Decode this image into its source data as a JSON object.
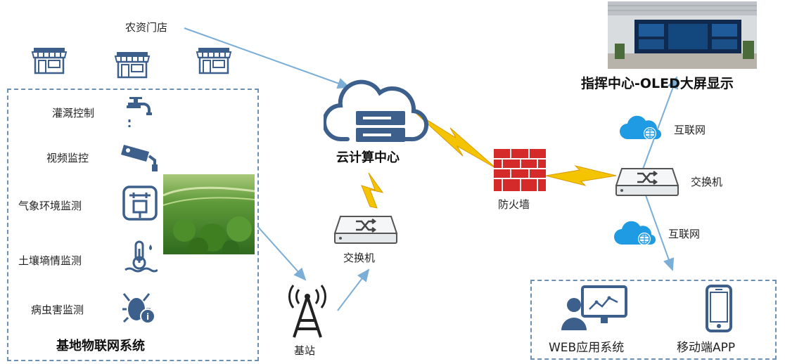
{
  "title": "",
  "store": {
    "label": "农资门店",
    "count": 3
  },
  "base_system": {
    "title": "基地物联网系统",
    "items": [
      {
        "label": "灌溉控制",
        "icon": "faucet-icon"
      },
      {
        "label": "视频监控",
        "icon": "cctv-camera-icon"
      },
      {
        "label": "气象环境监测",
        "icon": "weather-station-icon"
      },
      {
        "label": "土壤墒情监测",
        "icon": "thermometer-icon"
      },
      {
        "label": "病虫害监测",
        "icon": "pest-bug-icon"
      }
    ]
  },
  "cloud": {
    "label": "云计算中心",
    "icon": "cloud-server-icon"
  },
  "switch_left": {
    "label": "交换机",
    "icon": "network-switch-icon"
  },
  "base_station": {
    "label": "基站",
    "icon": "antenna-tower-icon"
  },
  "firewall": {
    "label": "防火墙",
    "icon": "firewall-icon"
  },
  "switch_right": {
    "label": "交换机",
    "icon": "network-switch-icon"
  },
  "command_center": {
    "label": "指挥中心-OLED大屏显示",
    "icon": "led-screen-room-image"
  },
  "internet_top": {
    "label": "互联网",
    "icon": "globe-cloud-icon"
  },
  "internet_bottom": {
    "label": "互联网",
    "icon": "globe-cloud-icon"
  },
  "clients": {
    "web": {
      "label": "WEB应用系统",
      "icon": "web-user-monitor-icon"
    },
    "mobile": {
      "label": "移动端APP",
      "icon": "smartphone-icon"
    }
  },
  "colors": {
    "line": "#7aaed6",
    "icon_blue": "#3c5f8c",
    "bolt": "#f0b400",
    "firewall": "#d42a2a",
    "cloud_blue": "#1e9be3"
  }
}
